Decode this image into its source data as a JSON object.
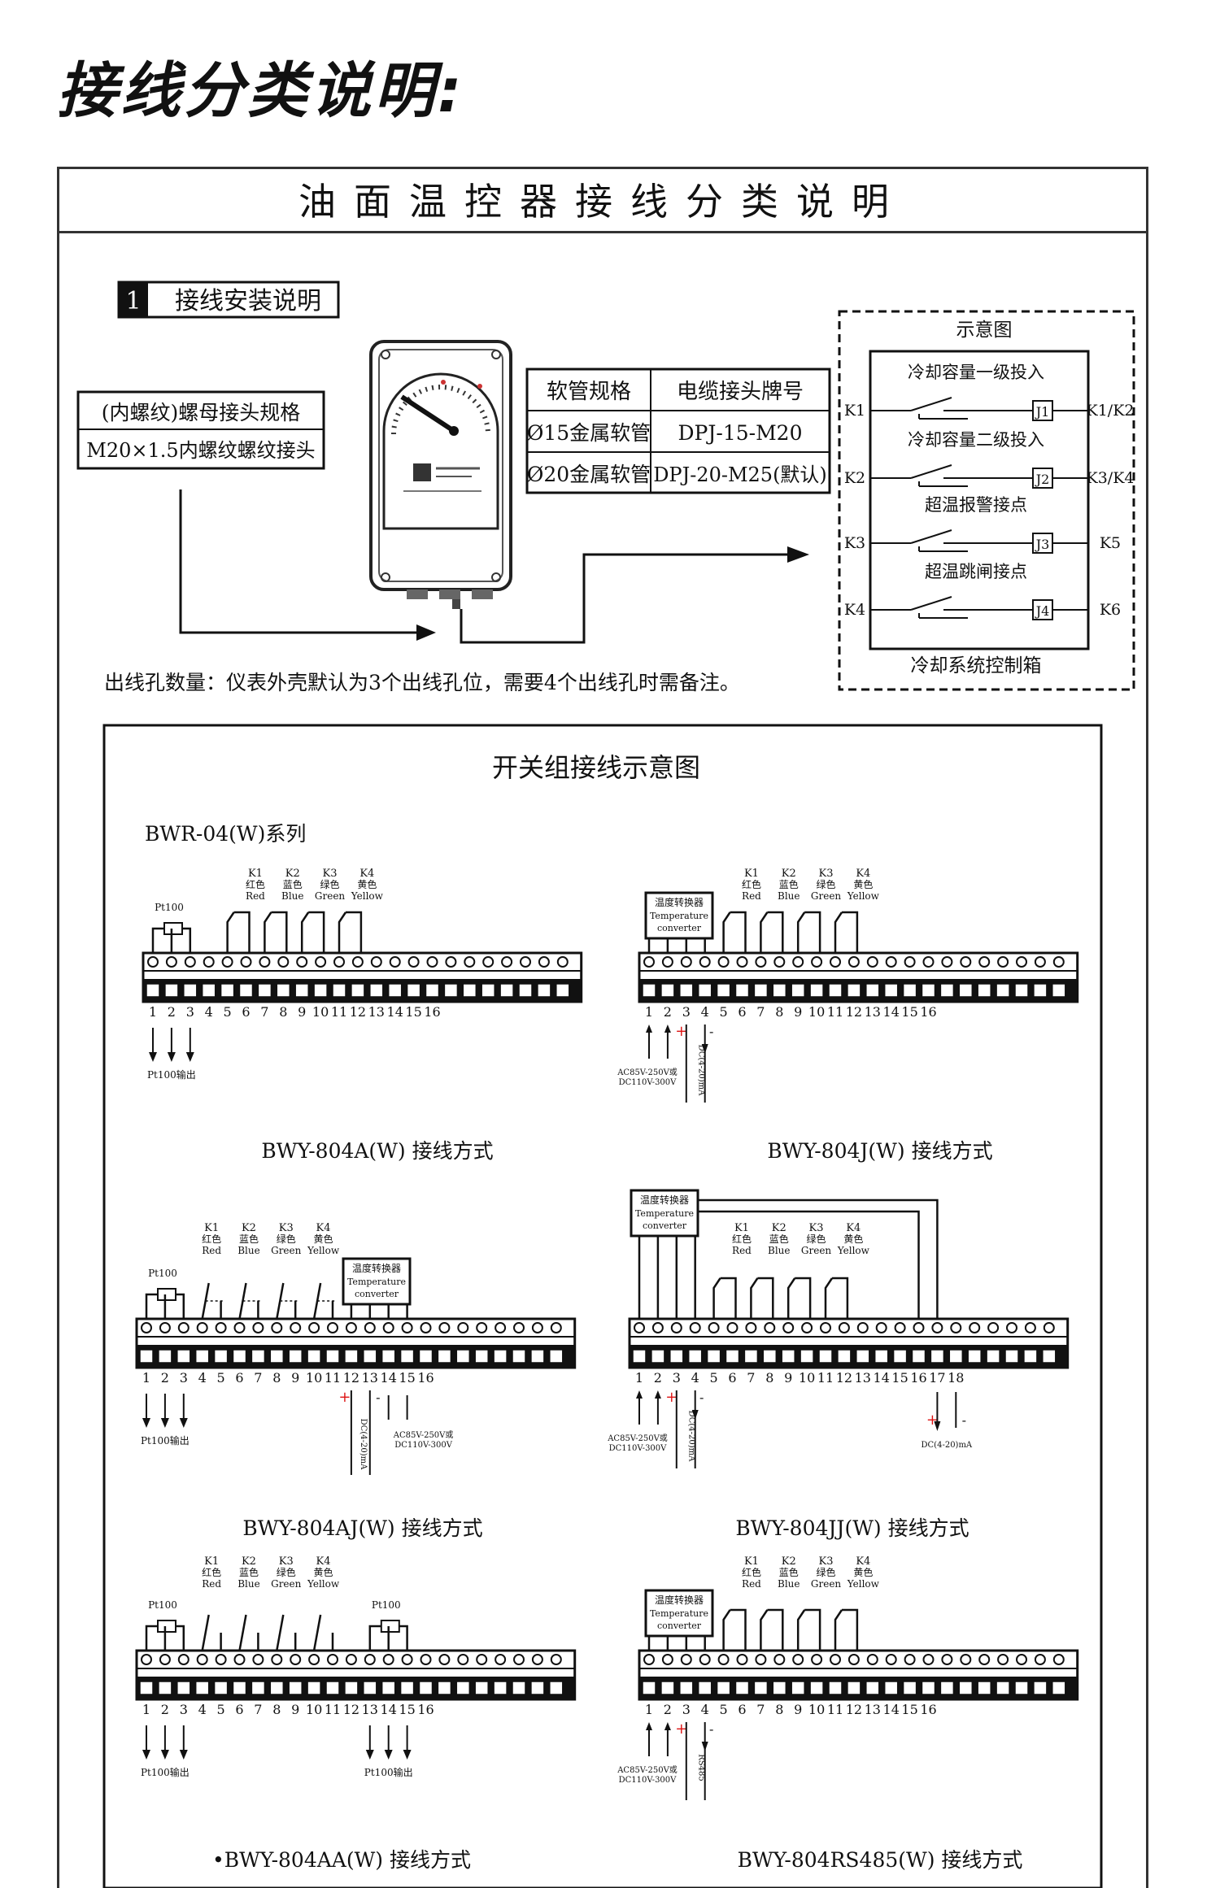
{
  "page_title": "接线分类说明:",
  "sheet_title": "油面温控器接线分类说明",
  "section1": {
    "number": "1",
    "label": "接线安装说明",
    "nut_table": {
      "header": "(内螺纹)螺母接头规格",
      "value": "M20×1.5内螺纹螺纹接头"
    },
    "hose_table": {
      "headers": [
        "软管规格",
        "电缆接头牌号"
      ],
      "rows": [
        [
          "Ø15金属软管",
          "DPJ-15-M20"
        ],
        [
          "Ø20金属软管",
          "DPJ-20-M25(默认)"
        ]
      ]
    },
    "outlet_note": "出线孔数量：仪表外壳默认为3个出线孔位，需要4个出线孔时需备注。",
    "schematic": {
      "title": "示意图",
      "footer": "冷却系统控制箱",
      "rows": [
        {
          "left": "K1",
          "label": "冷却容量一级投入",
          "relay": "J1",
          "right": "K1/K2"
        },
        {
          "left": "K2",
          "label": "冷却容量二级投入",
          "relay": "J2",
          "right": "K3/K4"
        },
        {
          "left": "K3",
          "label": "超温报警接点",
          "relay": "J3",
          "right": "K5"
        },
        {
          "left": "K4",
          "label": "超温跳闸接点",
          "relay": "J4",
          "right": "K6"
        }
      ]
    }
  },
  "switch_group": {
    "title": "开关组接线示意图",
    "series": "BWR-04(W)系列",
    "contacts": [
      {
        "k": "K1",
        "cn": "红色",
        "en": "Red"
      },
      {
        "k": "K2",
        "cn": "蓝色",
        "en": "Blue"
      },
      {
        "k": "K3",
        "cn": "绿色",
        "en": "Green"
      },
      {
        "k": "K4",
        "cn": "黄色",
        "en": "Yellow"
      }
    ],
    "pt100": "Pt100",
    "pt100_out": "Pt100输出",
    "converter_cn": "温度转换器",
    "converter_en1": "Temperature",
    "converter_en2": "converter",
    "power": "AC85V-250V或",
    "power2": "DC110V-300V",
    "dc_out": "DC(4-20)mA",
    "rs485": "RS485",
    "plus": "+",
    "minus": "-",
    "diagrams": [
      {
        "caption": "BWY-804A(W) 接线方式"
      },
      {
        "caption": "BWY-804J(W) 接线方式"
      },
      {
        "caption": "BWY-804AJ(W) 接线方式"
      },
      {
        "caption": "BWY-804JJ(W) 接线方式"
      },
      {
        "caption": "•BWY-804AA(W) 接线方式"
      },
      {
        "caption": "BWY-804RS485(W) 接线方式"
      }
    ]
  }
}
